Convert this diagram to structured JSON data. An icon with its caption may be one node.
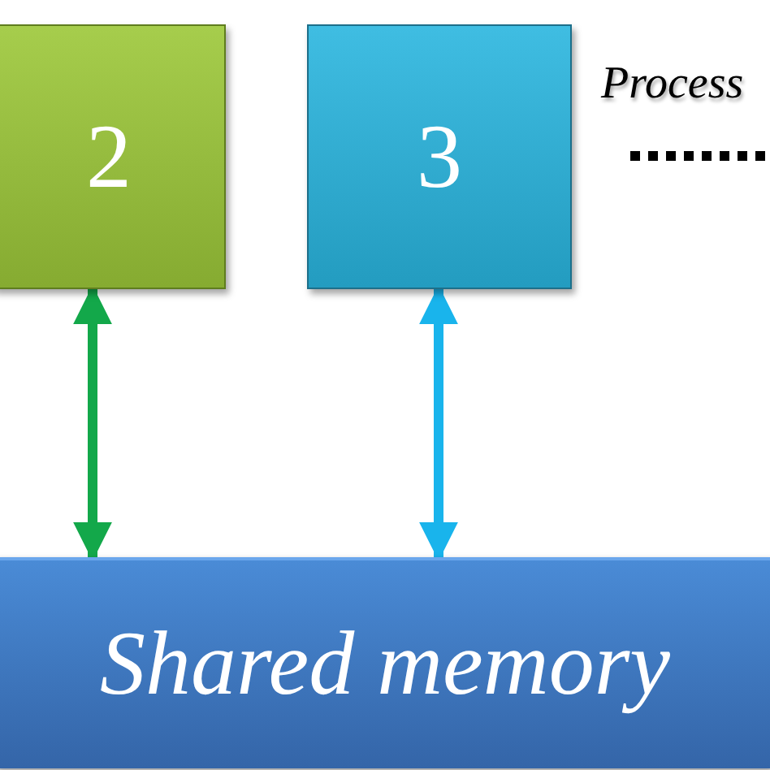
{
  "diagram": {
    "nodes": [
      {
        "text": [
          "2"
        ]
      },
      {
        "text": [
          "3"
        ]
      },
      {
        "text": [
          "Shared memory"
        ]
      }
    ],
    "edges": [
      {
        "from": 0,
        "to": 2,
        "arrow": "both",
        "color": "#13a84a"
      },
      {
        "from": 1,
        "to": 2,
        "arrow": "both",
        "color": "#19b4ec"
      }
    ],
    "labels": [
      "Process"
    ]
  }
}
